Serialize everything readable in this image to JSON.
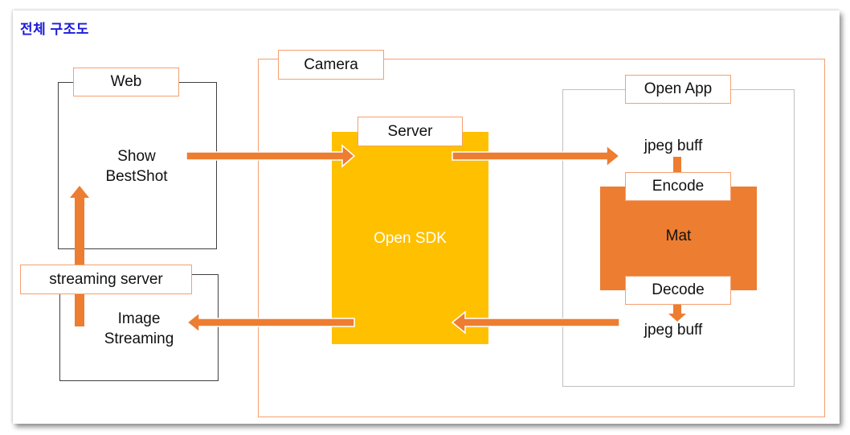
{
  "title": "전체 구조도",
  "colors": {
    "title": "#1a1adb",
    "accent_orange": "#ed7d31",
    "sdk_yellow": "#ffc000",
    "frame_orange": "#f4a070",
    "frame_gray": "#c0c0c0",
    "frame_black": "#404040"
  },
  "web": {
    "label": "Web",
    "content_line1": "Show",
    "content_line2": "BestShot"
  },
  "streaming": {
    "label": "streaming server",
    "content_line1": "Image",
    "content_line2": "Streaming"
  },
  "camera": {
    "label": "Camera",
    "server_label": "Server",
    "sdk_label": "Open SDK"
  },
  "open_app": {
    "label": "Open App",
    "jpeg_top": "jpeg buff",
    "encode": "Encode",
    "mat": "Mat",
    "decode": "Decode",
    "jpeg_bottom": "jpeg buff"
  },
  "arrows": [
    {
      "from": "web",
      "to": "server",
      "direction": "right"
    },
    {
      "from": "server",
      "to": "open_app",
      "direction": "right"
    },
    {
      "from": "open_app",
      "to": "server",
      "direction": "left"
    },
    {
      "from": "server",
      "to": "streaming",
      "direction": "left"
    },
    {
      "from": "streaming",
      "to": "web",
      "direction": "up"
    }
  ]
}
